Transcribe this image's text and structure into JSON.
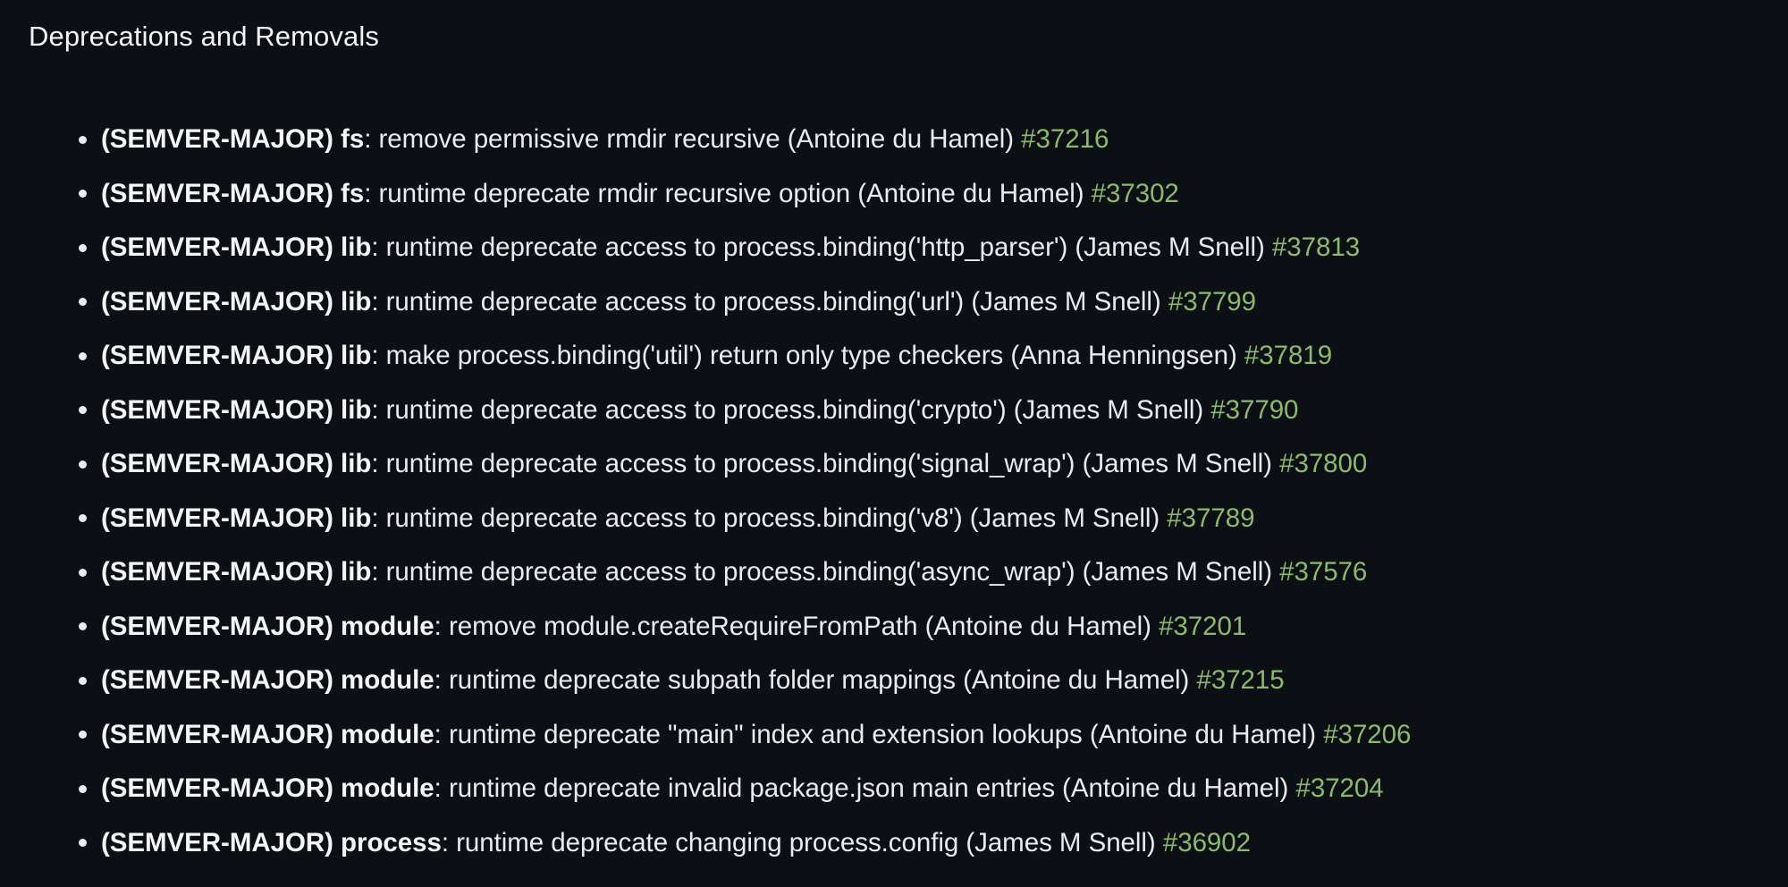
{
  "section": {
    "heading": "Deprecations and Removals"
  },
  "colors": {
    "background": "#0c1015",
    "text": "#e9ebee",
    "heading": "#f2f4f6",
    "link_green": "#8cb96f"
  },
  "changes": [
    {
      "semver": "(SEMVER-MAJOR)",
      "scope": "fs",
      "description": "remove permissive rmdir recursive (Antoine du Hamel)",
      "pr": "#37216"
    },
    {
      "semver": "(SEMVER-MAJOR)",
      "scope": "fs",
      "description": "runtime deprecate rmdir recursive option (Antoine du Hamel)",
      "pr": "#37302"
    },
    {
      "semver": "(SEMVER-MAJOR)",
      "scope": "lib",
      "description": "runtime deprecate access to process.binding('http_parser') (James M Snell)",
      "pr": "#37813"
    },
    {
      "semver": "(SEMVER-MAJOR)",
      "scope": "lib",
      "description": "runtime deprecate access to process.binding('url') (James M Snell)",
      "pr": "#37799"
    },
    {
      "semver": "(SEMVER-MAJOR)",
      "scope": "lib",
      "description": "make process.binding('util') return only type checkers (Anna Henningsen)",
      "pr": "#37819"
    },
    {
      "semver": "(SEMVER-MAJOR)",
      "scope": "lib",
      "description": "runtime deprecate access to process.binding('crypto') (James M Snell)",
      "pr": "#37790"
    },
    {
      "semver": "(SEMVER-MAJOR)",
      "scope": "lib",
      "description": "runtime deprecate access to process.binding('signal_wrap') (James M Snell)",
      "pr": "#37800"
    },
    {
      "semver": "(SEMVER-MAJOR)",
      "scope": "lib",
      "description": "runtime deprecate access to process.binding('v8') (James M Snell)",
      "pr": "#37789"
    },
    {
      "semver": "(SEMVER-MAJOR)",
      "scope": "lib",
      "description": "runtime deprecate access to process.binding('async_wrap') (James M Snell)",
      "pr": "#37576"
    },
    {
      "semver": "(SEMVER-MAJOR)",
      "scope": "module",
      "description": "remove module.createRequireFromPath (Antoine du Hamel)",
      "pr": "#37201"
    },
    {
      "semver": "(SEMVER-MAJOR)",
      "scope": "module",
      "description": "runtime deprecate subpath folder mappings (Antoine du Hamel)",
      "pr": "#37215"
    },
    {
      "semver": "(SEMVER-MAJOR)",
      "scope": "module",
      "description": "runtime deprecate \"main\" index and extension lookups (Antoine du Hamel)",
      "pr": "#37206"
    },
    {
      "semver": "(SEMVER-MAJOR)",
      "scope": "module",
      "description": "runtime deprecate invalid package.json main entries (Antoine du Hamel)",
      "pr": "#37204"
    },
    {
      "semver": "(SEMVER-MAJOR)",
      "scope": "process",
      "description": "runtime deprecate changing process.config (James M Snell)",
      "pr": "#36902"
    }
  ]
}
